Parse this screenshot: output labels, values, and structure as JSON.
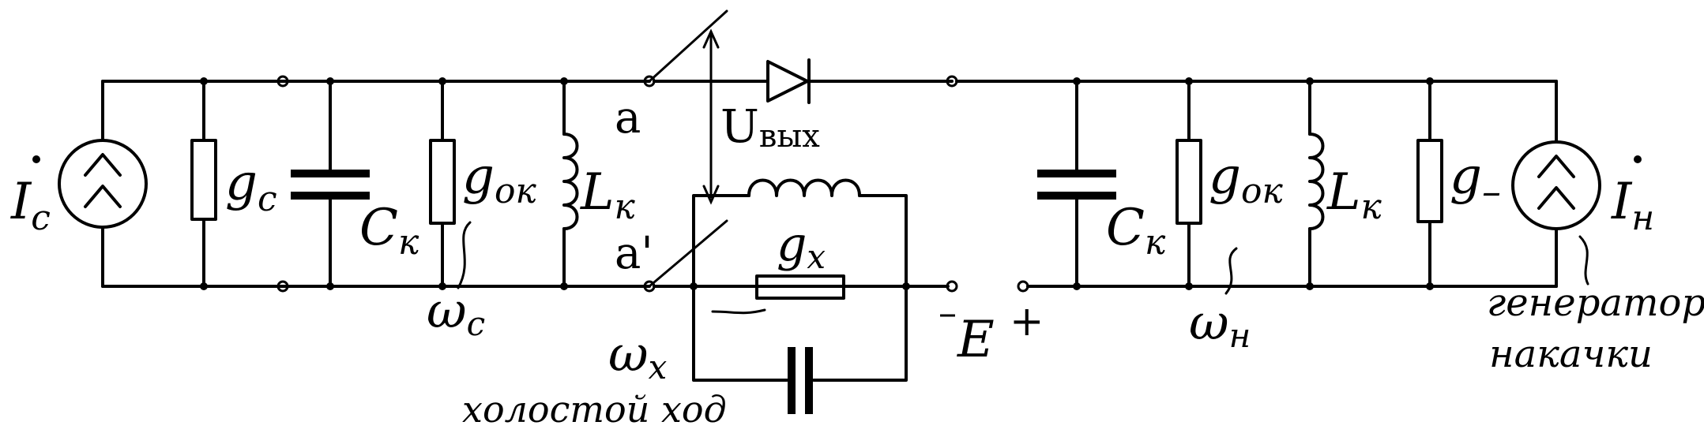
{
  "labels": {
    "ic_main": "I",
    "ic_sub": "c",
    "gc_main": "g",
    "gc_sub": "c",
    "ck1_main": "C",
    "ck1_sub": "к",
    "gok1_main": "g",
    "gok1_sub": "ок",
    "lk1_main": "L",
    "lk1_sub": "к",
    "omega_c_main": "ω",
    "omega_c_sub": "c",
    "a": "a",
    "a_prime": "a'",
    "uout_main": "U",
    "uout_sub": "вых",
    "gx_main": "g",
    "gx_sub": "x",
    "omega_x_main": "ω",
    "omega_x_sub": "x",
    "idle": "холостой ход",
    "e_minus": "–",
    "e_label": "E",
    "e_plus": "+",
    "ck2_main": "C",
    "ck2_sub": "к",
    "gok2_main": "g",
    "gok2_sub": "ок",
    "lk2_main": "L",
    "lk2_sub": "к",
    "omega_n_main": "ω",
    "omega_n_sub": "н",
    "gneg_main": "g",
    "gneg_sub": "–",
    "in_main": "I",
    "in_sub": "н",
    "pump_line1": "генератор",
    "pump_line2": "накачки"
  }
}
